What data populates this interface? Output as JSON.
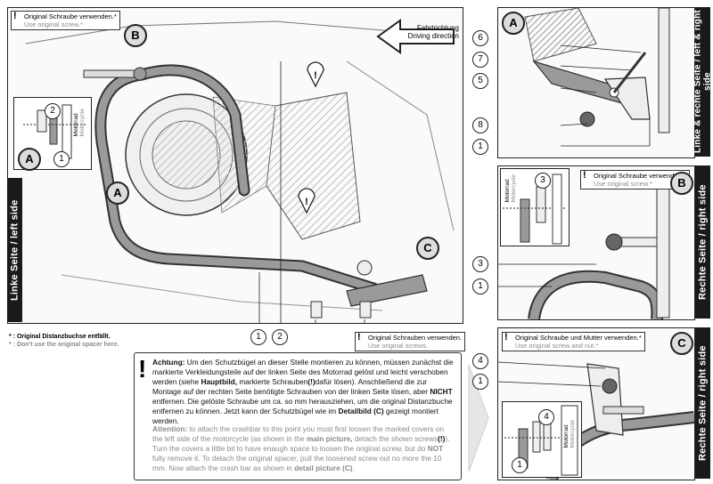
{
  "main": {
    "direction": {
      "de": "Fahrtrichtung",
      "en": "Driving direction"
    },
    "note_top": {
      "de": "Original Schraube verwenden.*",
      "en": "Use original screw.*"
    },
    "note_screws": {
      "de": "Original Schrauben verwenden.",
      "en": "Use original screws."
    },
    "badges": {
      "a": "A",
      "b": "B",
      "c": "C"
    },
    "callouts": [
      "1",
      "2"
    ],
    "side_label": "Linke Seite / left side",
    "inset": {
      "callouts": [
        "2",
        "1"
      ],
      "badge": "A",
      "motorrad_de": "Motorrad",
      "motorrad_en": "Motorcycle"
    }
  },
  "spacer_note": {
    "de": "* : Original Distanzbuchse entfällt.",
    "en": "* : Don't use the original spacer here."
  },
  "instructions": {
    "de_heading": "Achtung:",
    "de_text_1": "Um den Schutzbügel an dieser Stelle montieren zu können, müssen zunächst die markierte Verkleidungsteile auf der linken Seite des Motorrad gelöst und leicht verschoben werden (siehe",
    "de_bold_1": "Hauptbild,",
    "de_text_2": "markierte Schrauben",
    "de_text_3": "dafür lösen). Anschließend die zur Montage auf der rechten Seite benötigte Schrauben von der linken Seite lösen, aber",
    "de_bold_2": "NICHT",
    "de_text_4": "entfernen. Die gelöste Schraube um ca. so mm herausziehen, um die original Distanzbuche entfernen zu können. Jetzt kann der Schutzbügel wie im",
    "de_bold_3": "Detailbild (C)",
    "de_text_5": "gezeigt montiert werden.",
    "en_heading": "Attention:",
    "en_text_1": "to attach the crashbar to this point you must first loosen the marked covers on the left side of the motorcycle (as shown in the",
    "en_bold_1": "main picture,",
    "en_text_2": "detach the shown screws",
    "en_text_3": "). Turn the covers a little bit to have enaugh space to loosen the original screw, but do",
    "en_bold_2": "NOT",
    "en_text_4": "fully remove it. To detach the original spacer, pull the loosened screw out no more the 10 mm. Now attach the crash bar as shown in",
    "en_bold_3": "detail picture (C)",
    "en_text_5": "."
  },
  "panel_a": {
    "badge": "A",
    "callouts": [
      "6",
      "7",
      "5",
      "8",
      "1"
    ],
    "side_label": "Linke & rechte Seite / left & right side"
  },
  "panel_b": {
    "badge": "B",
    "note": {
      "de": "Original Schraube verwenden.*",
      "en": "Use original screw.*"
    },
    "callouts": [
      "3",
      "3",
      "1"
    ],
    "motorrad_de": "Motorrad",
    "motorrad_en": "Motorcycle",
    "side_label": "Rechte Seite / right side"
  },
  "panel_c": {
    "badge": "C",
    "note": {
      "de": "Original Schraube und Mutter verwenden.*",
      "en": "Use original screw and nut.*"
    },
    "callouts": [
      "4",
      "1",
      "4",
      "1"
    ],
    "motorrad_de": "Motorrad",
    "motorrad_en": "Motorcycle",
    "side_label": "Rechte Seite / right side"
  },
  "colors": {
    "ink": "#1a1a1a",
    "hatch": "#cfcfcf",
    "grey_text": "#8a8a8a",
    "part_fill": "#9a9a9a"
  }
}
